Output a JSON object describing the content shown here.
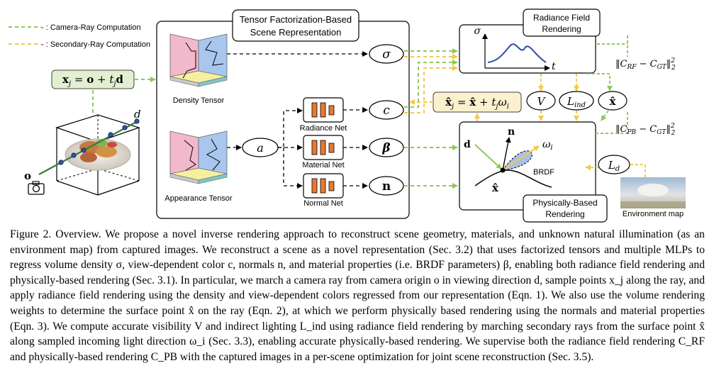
{
  "legend": {
    "camera_ray": "- : Camera-Ray Computation",
    "secondary_ray": "- : Secondary-Ray Computation",
    "camera_ray_color": "#8fc95a",
    "secondary_ray_color": "#f3c84b"
  },
  "scene_box": {
    "title_line1": "Tensor Factorization-Based",
    "title_line2": "Scene Representation",
    "density_tensor": "Density Tensor",
    "appearance_tensor": "Appearance Tensor",
    "feature": "a",
    "radiance_net": "Radiance Net",
    "material_net": "Material Net",
    "normal_net": "Normal Net",
    "sigma": "σ",
    "color": "c",
    "beta": "β",
    "normal": "n"
  },
  "ray_equation": "x_j = o + t_j d",
  "secondary_equation": "x̂_j = x̂ + t_j ω_i",
  "camera": {
    "origin": "o",
    "direction": "d"
  },
  "radiance_box": {
    "title_line1": "Radiance Field",
    "title_line2": "Rendering",
    "y_axis": "σ",
    "x_axis": "t"
  },
  "middle_row": {
    "visibility": "V",
    "indirect": "L_ind",
    "surface_point": "x̂"
  },
  "loss_rf": "‖C_RF − C_GT‖²₂",
  "loss_pb": "‖C_PB − C_GT‖²₂",
  "pbr_box": {
    "title_line1": "Physically-Based",
    "title_line2": "Rendering",
    "normal": "n",
    "incoming": "ω_i",
    "view": "d",
    "brdf": "BRDF",
    "point": "x̂"
  },
  "light": "L_d",
  "environment_map": "Environment map",
  "caption": {
    "figure": "Figure 2.",
    "text": "Overview. We propose a novel inverse rendering approach to reconstruct scene geometry, materials, and unknown natural illumination (as an environment map) from captured images. We reconstruct a scene as a novel representation (Sec. 3.2) that uses factorized tensors and multiple MLPs to regress volume density σ, view-dependent color c, normals n, and material properties (i.e. BRDF parameters) β, enabling both radiance field rendering and physically-based rendering (Sec. 3.1). In particular, we march a camera ray from camera origin o in viewing direction d, sample points x_j along the ray, and apply radiance field rendering using the density and view-dependent colors regressed from our representation (Eqn. 1). We also use the volume rendering weights to determine the surface point x̂ on the ray (Eqn. 2), at which we perform physically based rendering using the normals and material properties (Eqn. 3). We compute accurate visibility V and indirect lighting L_ind using radiance field rendering by marching secondary rays from the surface point x̂ along sampled incoming light direction ω_i (Sec. 3.3), enabling accurate physically-based rendering. We supervise both the radiance field rendering C_RF and physically-based rendering C_PB with the captured images in a per-scene optimization for joint scene reconstruction (Sec. 3.5).",
    "refs": [
      "3.2",
      "3.1",
      "1",
      "2",
      "3",
      "3.3",
      "3.5"
    ]
  }
}
